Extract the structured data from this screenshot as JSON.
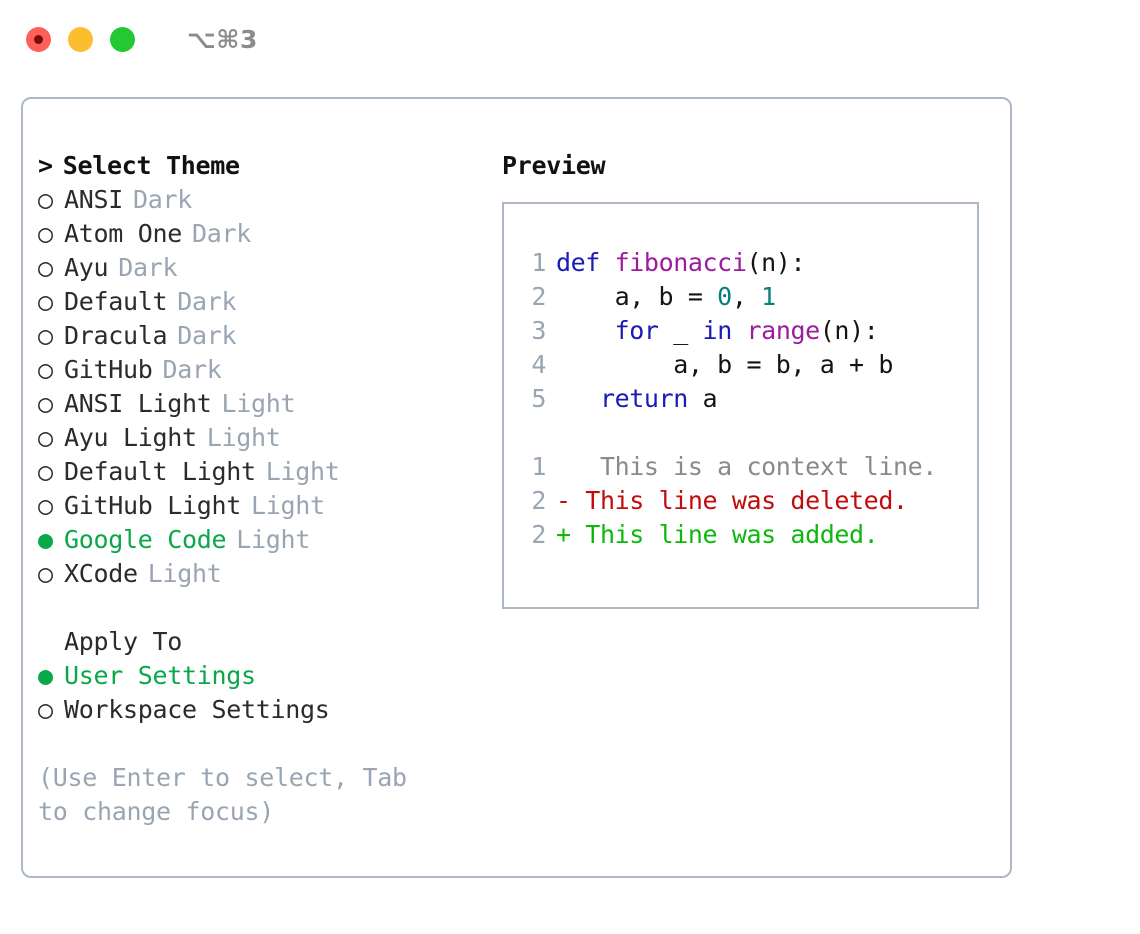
{
  "titlebar": {
    "shortcut": "⌥⌘3",
    "buttons": [
      {
        "name": "close",
        "color": "#fd6159"
      },
      {
        "name": "minimize",
        "color": "#fcbe2f"
      },
      {
        "name": "maximize",
        "color": "#23c933"
      }
    ]
  },
  "theme_picker": {
    "header": "Select Theme",
    "caret": ">",
    "bullet_unselected": "○",
    "bullet_selected": "●",
    "items": [
      {
        "name": "ANSI",
        "tag": "Dark",
        "selected": false
      },
      {
        "name": "Atom One",
        "tag": "Dark",
        "selected": false
      },
      {
        "name": "Ayu",
        "tag": "Dark",
        "selected": false
      },
      {
        "name": "Default",
        "tag": "Dark",
        "selected": false
      },
      {
        "name": "Dracula",
        "tag": "Dark",
        "selected": false
      },
      {
        "name": "GitHub",
        "tag": "Dark",
        "selected": false
      },
      {
        "name": "ANSI Light",
        "tag": "Light",
        "selected": false
      },
      {
        "name": "Ayu Light",
        "tag": "Light",
        "selected": false
      },
      {
        "name": "Default Light",
        "tag": "Light",
        "selected": false
      },
      {
        "name": "GitHub Light",
        "tag": "Light",
        "selected": false
      },
      {
        "name": "Google Code",
        "tag": "Light",
        "selected": true
      },
      {
        "name": "XCode",
        "tag": "Light",
        "selected": false
      }
    ]
  },
  "apply_to": {
    "header": "Apply To",
    "options": [
      {
        "name": "User Settings",
        "selected": true
      },
      {
        "name": "Workspace Settings",
        "selected": false
      }
    ]
  },
  "hint": "(Use Enter to select, Tab to change focus)",
  "preview": {
    "header": "Preview",
    "code_lines": [
      {
        "num": "1",
        "tokens": [
          {
            "t": "def ",
            "c": "kw"
          },
          {
            "t": "fibonacci",
            "c": "fn"
          },
          {
            "t": "(n):",
            "c": "plain"
          }
        ]
      },
      {
        "num": "2",
        "tokens": [
          {
            "t": "    a, b = ",
            "c": "plain"
          },
          {
            "t": "0",
            "c": "num"
          },
          {
            "t": ", ",
            "c": "plain"
          },
          {
            "t": "1",
            "c": "num"
          }
        ]
      },
      {
        "num": "3",
        "tokens": [
          {
            "t": "    ",
            "c": "plain"
          },
          {
            "t": "for",
            "c": "kw"
          },
          {
            "t": " _ ",
            "c": "plain"
          },
          {
            "t": "in",
            "c": "kw"
          },
          {
            "t": " ",
            "c": "plain"
          },
          {
            "t": "range",
            "c": "fn"
          },
          {
            "t": "(n):",
            "c": "plain"
          }
        ]
      },
      {
        "num": "4",
        "tokens": [
          {
            "t": "        a, b = b, a + b",
            "c": "plain"
          }
        ]
      },
      {
        "num": "5",
        "tokens": [
          {
            "t": "   ",
            "c": "plain"
          },
          {
            "t": "return",
            "c": "kw"
          },
          {
            "t": " a",
            "c": "plain"
          }
        ]
      }
    ],
    "diff_lines": [
      {
        "num": "1",
        "marker": " ",
        "text": "  This is a context line.",
        "kind": "ctx"
      },
      {
        "num": "2",
        "marker": "-",
        "text": " This line was deleted.",
        "kind": "del"
      },
      {
        "num": "2",
        "marker": "+",
        "text": " This line was added.",
        "kind": "add"
      }
    ]
  },
  "colors": {
    "accent_green": "#0aa84a",
    "border": "#aeb7c4",
    "muted": "#9aa5b4",
    "keyword": "#1a1ab5",
    "function": "#9c1c9c",
    "number": "#07807d",
    "diff_added": "#0cb80c",
    "diff_deleted": "#c20c0c",
    "diff_context": "#8a8a8a"
  }
}
